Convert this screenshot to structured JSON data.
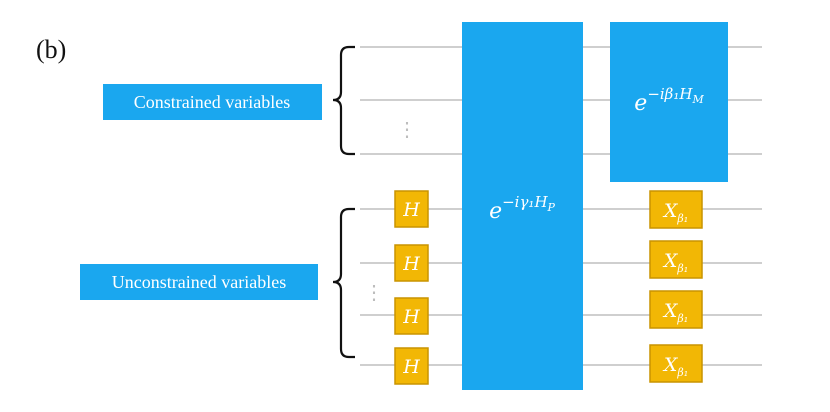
{
  "panel_label": "(b)",
  "groups": {
    "constrained": {
      "label": "Constrained variables"
    },
    "unconstrained": {
      "label": "Unconstrained variables"
    }
  },
  "gates": {
    "hadamard": "H",
    "problem": {
      "base": "e",
      "exponent": "−iγ₁H",
      "subscript": "P"
    },
    "mixer": {
      "base": "e",
      "exponent": "−iβ₁H",
      "subscript": "M"
    },
    "x": {
      "base": "X",
      "subscript": "β₁"
    }
  },
  "ellipsis": "⋮",
  "colors": {
    "blue": "#1aa7ef",
    "gold": "#f2b705",
    "gold_border": "#c99400",
    "wire": "#cfcfcf",
    "text_dark": "#111111",
    "text_light": "#ffffff"
  }
}
